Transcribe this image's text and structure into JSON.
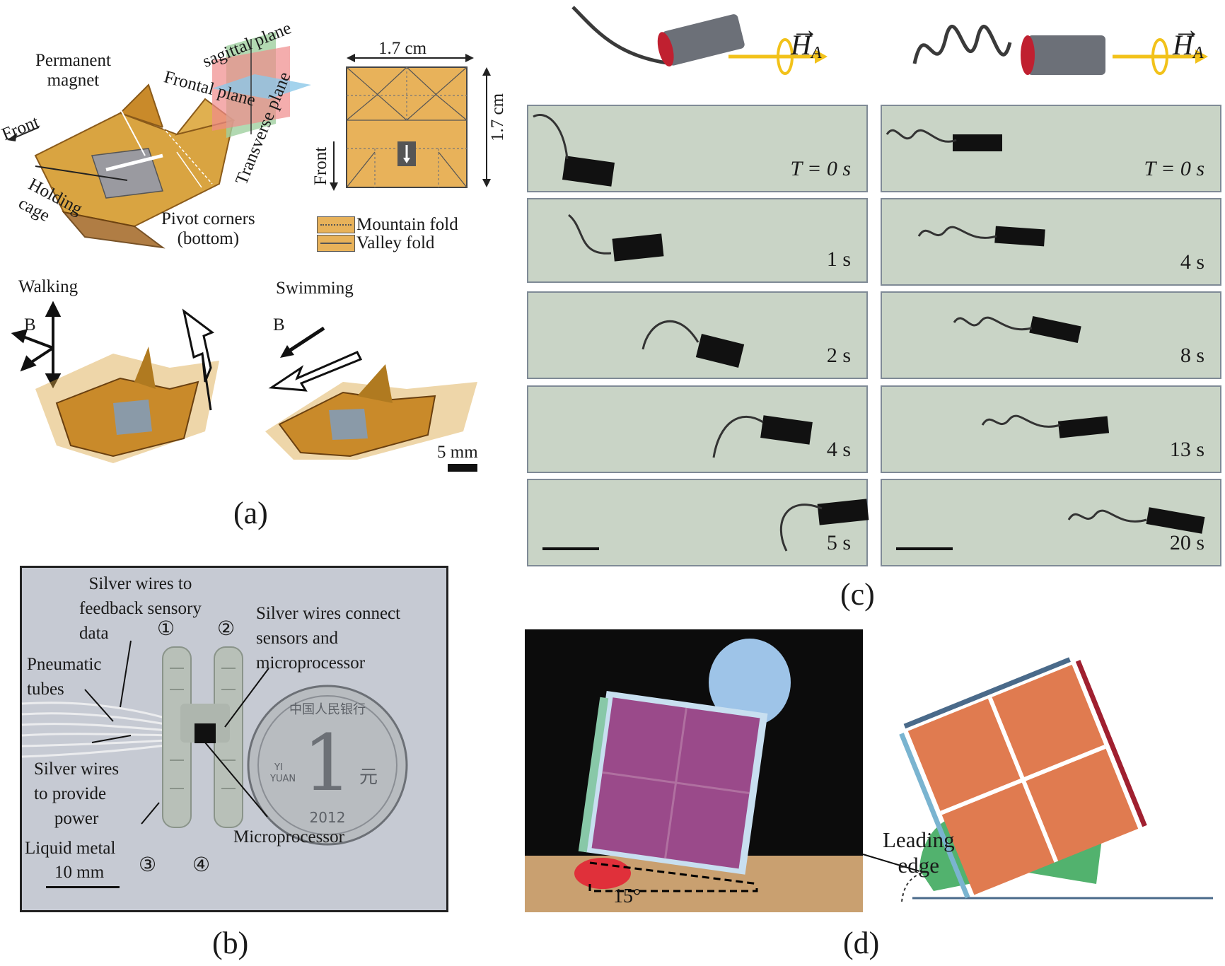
{
  "panel_a": {
    "tag": "(a)",
    "labels": {
      "permanent_magnet": [
        "Permanent",
        "magnet"
      ],
      "front": "Front",
      "holding_cage": [
        "Holding",
        "cage"
      ],
      "pivot_corners": [
        "Pivot corners",
        "(bottom)"
      ],
      "sagittal_plane": "sagittal plane",
      "frontal_plane": "Frontal plane",
      "transverse_plane": "Transverse plane",
      "width": "1.7 cm",
      "height": "1.7 cm",
      "front_vertical": "Front",
      "mountain_fold": "Mountain fold",
      "valley_fold": "Valley fold",
      "walking": "Walking",
      "swimming": "Swimming",
      "b_walk": "B",
      "b_swim": "B",
      "scale": "5 mm"
    },
    "colors": {
      "origami": "#d9a441",
      "origami_dark": "#8a5a1a",
      "plane_green": "#9fd09f",
      "plane_red": "#f08a8a",
      "plane_blue": "#8cc8e8"
    }
  },
  "panel_b": {
    "tag": "(b)",
    "labels": {
      "silver_feedback": [
        "Silver wires to",
        "feedback sensory",
        "data"
      ],
      "circle1": "①",
      "circle2": "②",
      "circle3": "③",
      "circle4": "④",
      "silver_connect": [
        "Silver wires connect",
        "sensors and",
        "microprocessor"
      ],
      "pneumatic": [
        "Pneumatic",
        "tubes"
      ],
      "silver_power": [
        "Silver wires",
        "to provide",
        "power"
      ],
      "liquid_metal": "Liquid metal",
      "scale": "10 mm",
      "microprocessor": "Microprocessor"
    },
    "coin": {
      "numeral": "1",
      "top_text": "中国人民银行",
      "yi": "YI",
      "yuan": "YUAN",
      "yuan_cn": "元",
      "year": "2012"
    }
  },
  "panel_c": {
    "tag": "(c)",
    "field_label": "H",
    "field_sub": "A",
    "left_times": [
      "T = 0 s",
      "1 s",
      "2 s",
      "4 s",
      "5 s"
    ],
    "right_times": [
      "T = 0 s",
      "4 s",
      "8 s",
      "13 s",
      "20 s"
    ]
  },
  "panel_d": {
    "tag": "(d)",
    "angle": "15°",
    "leading_edge": [
      "Leading",
      "edge"
    ],
    "colors": {
      "tile": "#e07b50",
      "balloon": "#52b26e",
      "edge_dark": "#4a6a8a",
      "edge_red": "#a02030",
      "edge_light": "#7ab4d0"
    }
  }
}
